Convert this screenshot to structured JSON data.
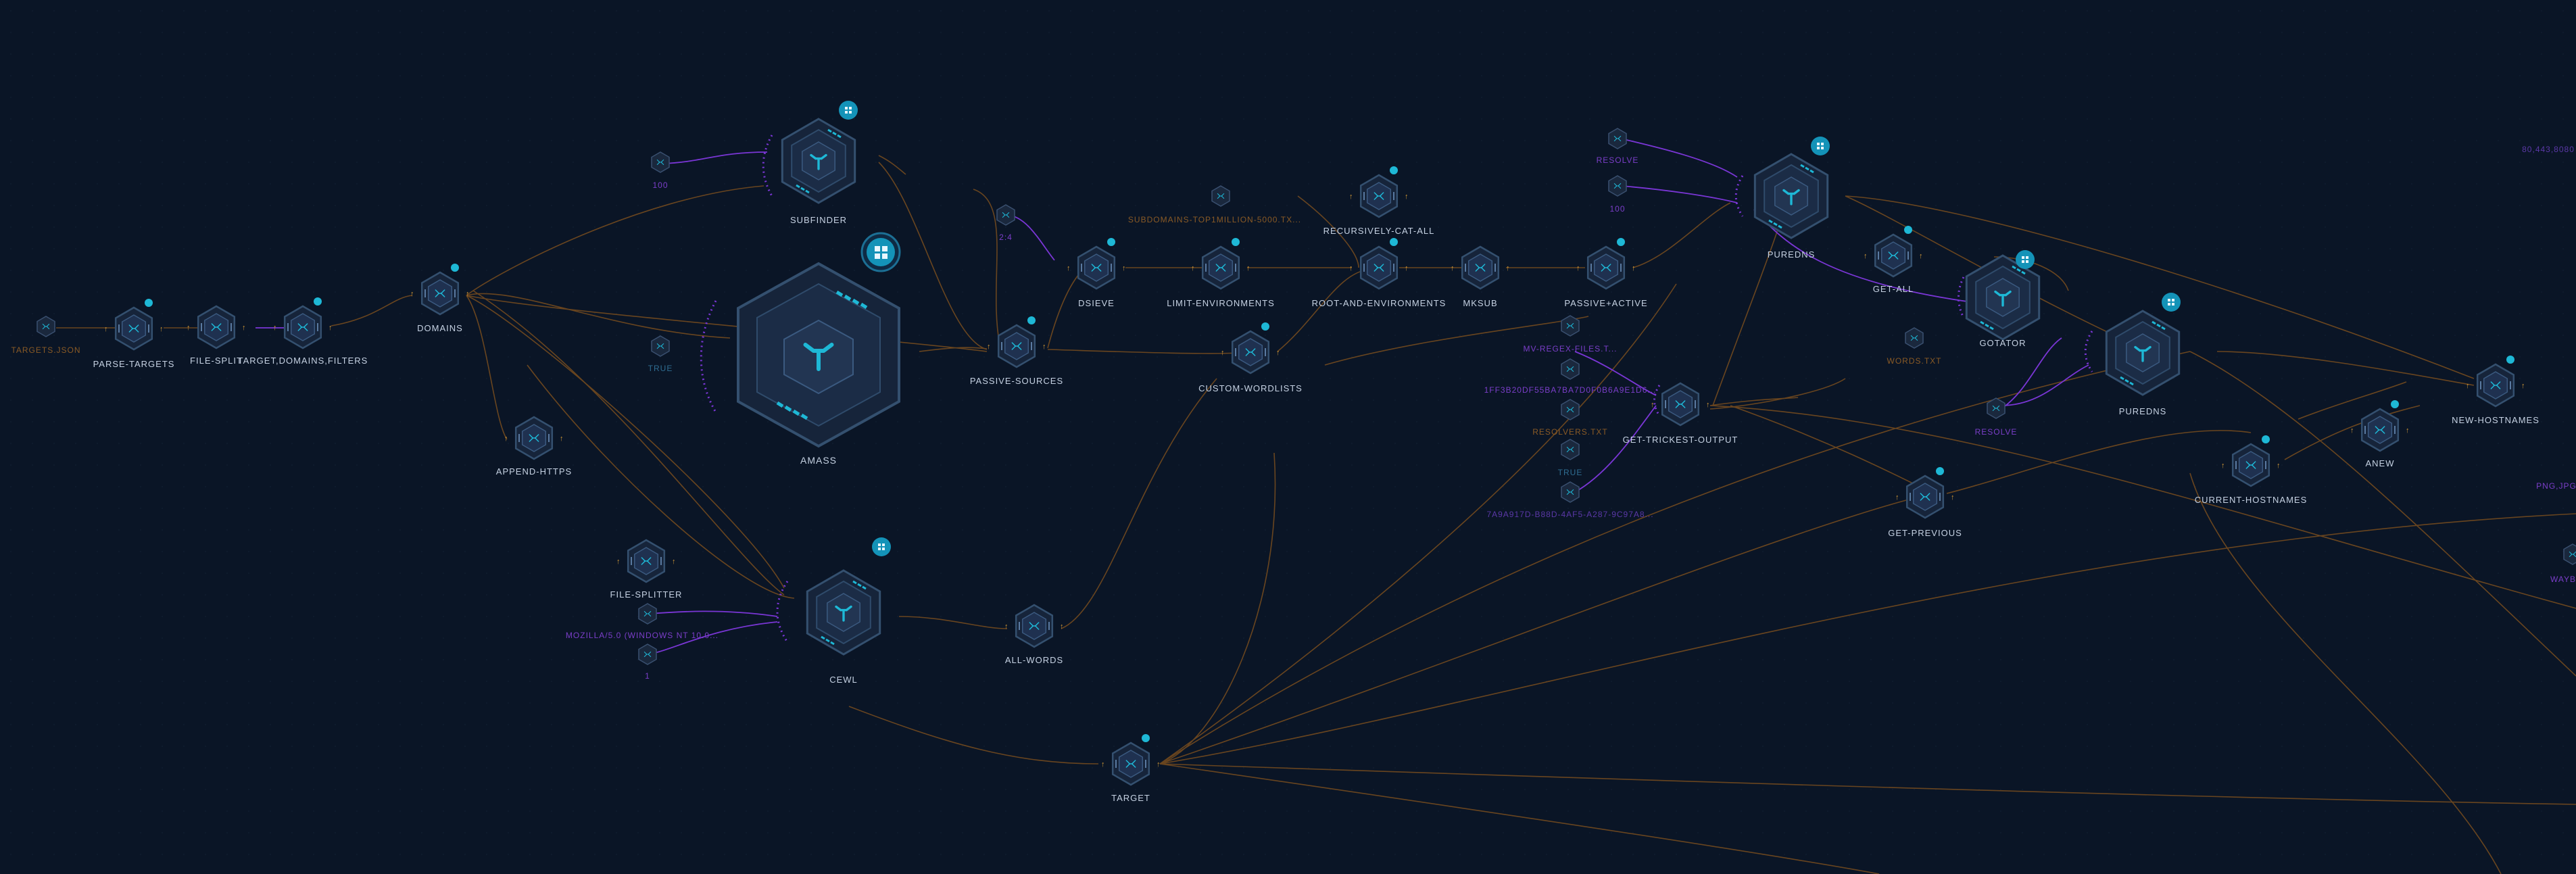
{
  "colors": {
    "background": "#0a1526",
    "node_fill": "#1b2a40",
    "node_stroke": "#3b5477",
    "accent": "#1eb8d6",
    "edge_orange": "#7a4e1e",
    "edge_purple": "#7a36d6",
    "param_orange": "#8a5a25",
    "param_purple": "#7b3ec9"
  },
  "icons": {
    "module": "module-branch-icon",
    "node": "x-node-icon",
    "input": "input-node-icon",
    "badge": "grid-badge-icon"
  },
  "nodes": [
    {
      "id": "parse-targets",
      "label": "PARSE-TARGETS"
    },
    {
      "id": "file-split-1",
      "label": "FILE-SPLIT"
    },
    {
      "id": "target-domains-filters",
      "label": "TARGET,DOMAINS,FILTERS"
    },
    {
      "id": "domains",
      "label": "DOMAINS"
    },
    {
      "id": "subfinder",
      "label": "SUBFINDER"
    },
    {
      "id": "amass",
      "label": "AMASS"
    },
    {
      "id": "append-https",
      "label": "APPEND-HTTPS"
    },
    {
      "id": "file-splitter",
      "label": "FILE-SPLITTER"
    },
    {
      "id": "cewl",
      "label": "CEWL"
    },
    {
      "id": "passive-sources",
      "label": "PASSIVE-SOURCES"
    },
    {
      "id": "dsieve",
      "label": "DSIEVE"
    },
    {
      "id": "limit-environments",
      "label": "LIMIT-ENVIRONMENTS"
    },
    {
      "id": "recursively-cat-all",
      "label": "RECURSIVELY-CAT-ALL"
    },
    {
      "id": "root-and-environments",
      "label": "ROOT-AND-ENVIRONMENTS"
    },
    {
      "id": "mksub",
      "label": "MKSUB"
    },
    {
      "id": "passive-active",
      "label": "PASSIVE+ACTIVE"
    },
    {
      "id": "custom-wordlists",
      "label": "CUSTOM-WORDLISTS"
    },
    {
      "id": "all-words",
      "label": "ALL-WORDS"
    },
    {
      "id": "target",
      "label": "TARGET"
    },
    {
      "id": "get-trickest-output",
      "label": "GET-TRICKEST-OUTPUT"
    },
    {
      "id": "puredns-1",
      "label": "PUREDNS"
    },
    {
      "id": "get-all",
      "label": "GET-ALL"
    },
    {
      "id": "gotator",
      "label": "GOTATOR"
    },
    {
      "id": "puredns-2",
      "label": "PUREDNS"
    },
    {
      "id": "get-previous",
      "label": "GET-PREVIOUS"
    },
    {
      "id": "current-hostnames",
      "label": "CURRENT-HOSTNAMES"
    },
    {
      "id": "anew",
      "label": "ANEW"
    },
    {
      "id": "new-hostnames",
      "label": "NEW-HOSTNAMES"
    }
  ],
  "params": [
    {
      "id": "targets-json",
      "text": "TARGETS.JSON",
      "tone": "orange"
    },
    {
      "id": "p-100-a",
      "text": "100",
      "tone": "purple"
    },
    {
      "id": "p-true-a",
      "text": "TRUE",
      "tone": "blue"
    },
    {
      "id": "p-subdomains",
      "text": "SUBDOMAINS-TOP1MILLION-5000.TX...",
      "tone": "orange"
    },
    {
      "id": "p-2-4",
      "text": "2:4",
      "tone": "purple"
    },
    {
      "id": "p-resolve-a",
      "text": "RESOLVE",
      "tone": "purple"
    },
    {
      "id": "p-100-b",
      "text": "100",
      "tone": "purple"
    },
    {
      "id": "p-mv",
      "text": "MV-REGEX-FILES.T...",
      "tone": "purple"
    },
    {
      "id": "p-uuid-a",
      "text": "1FF3B20DF55BA7BA7D0F0B6A9E1D6...",
      "tone": "purple"
    },
    {
      "id": "p-resolvers",
      "text": "RESOLVERS.TXT",
      "tone": "orange"
    },
    {
      "id": "p-true-b",
      "text": "TRUE",
      "tone": "blue"
    },
    {
      "id": "p-uuid-b",
      "text": "7A9A917D-B88D-4AF5-A287-9C97A8...",
      "tone": "purple2"
    },
    {
      "id": "p-mozilla",
      "text": "MOZILLA/5.0 (WINDOWS NT 10.0...",
      "tone": "purple"
    },
    {
      "id": "p-1",
      "text": "1",
      "tone": "purple"
    },
    {
      "id": "p-words",
      "text": "WORDS.TXT",
      "tone": "orange"
    },
    {
      "id": "p-resolve-b",
      "text": "RESOLVE",
      "tone": "purple"
    },
    {
      "id": "p-edge-top",
      "text": "80,443,8080",
      "tone": "purple2"
    },
    {
      "id": "p-edge-mid",
      "text": "PNG,JPG",
      "tone": "purple"
    },
    {
      "id": "p-edge-low",
      "text": "WAYB",
      "tone": "purple"
    }
  ]
}
